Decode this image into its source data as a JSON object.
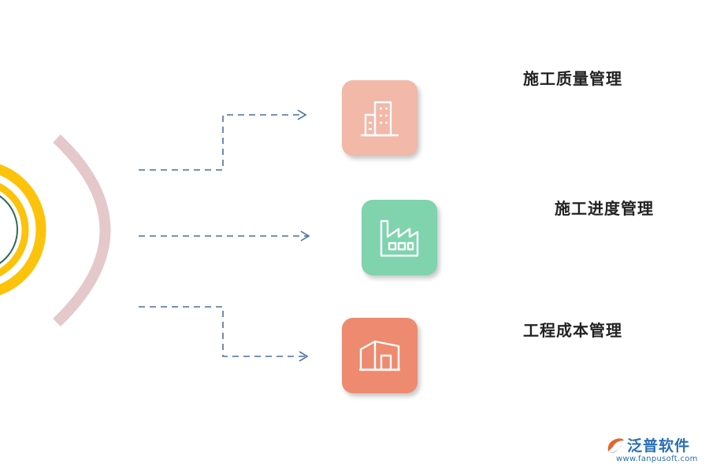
{
  "items": [
    {
      "label": "施工质量管理",
      "icon": "office-building-icon",
      "color": "#f2b8a8"
    },
    {
      "label": "施工进度管理",
      "icon": "factory-icon",
      "color": "#7fd3ad"
    },
    {
      "label": "工程成本管理",
      "icon": "warehouse-icon",
      "color": "#ee8a70"
    }
  ],
  "logo": {
    "name": "泛普软件",
    "url": "www.fanpusoft.com"
  },
  "colors": {
    "ring_yellow": "#fdc20a",
    "arc_pink": "#e5c8ca",
    "arrow": "#4a6ea0"
  }
}
